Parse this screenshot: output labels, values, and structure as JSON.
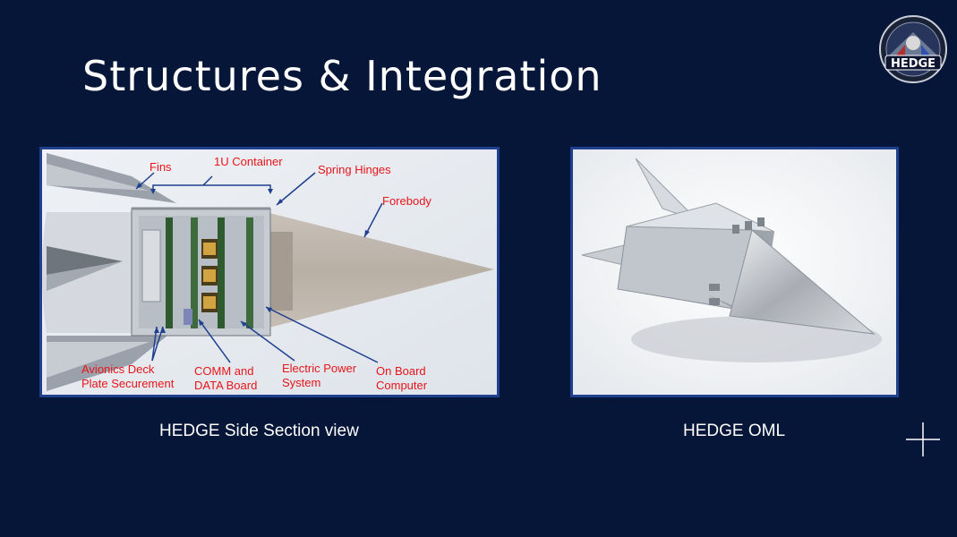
{
  "slide": {
    "title": "Structures & Integration",
    "logo_text": "HEDGE"
  },
  "left_figure": {
    "caption": "HEDGE Side Section view",
    "labels": {
      "fins": "Fins",
      "container": "1U Container",
      "spring_hinges": "Spring Hinges",
      "forebody": "Forebody",
      "avionics_line1": "Avionics Deck",
      "avionics_line2": "Plate Securement",
      "comm_line1": "COMM and",
      "comm_line2": "DATA Board",
      "eps_line1": "Electric Power",
      "eps_line2": "System",
      "obc_line1": "On Board",
      "obc_line2": "Computer"
    }
  },
  "right_figure": {
    "caption": "HEDGE OML"
  },
  "colors": {
    "background": "#061638",
    "frame_border": "#1f3f8f",
    "label_red": "#e8151b",
    "arrow_blue": "#1f3f8f"
  },
  "icons": {
    "logo": "hedge-mission-patch",
    "corner": "plus-cross-icon"
  }
}
